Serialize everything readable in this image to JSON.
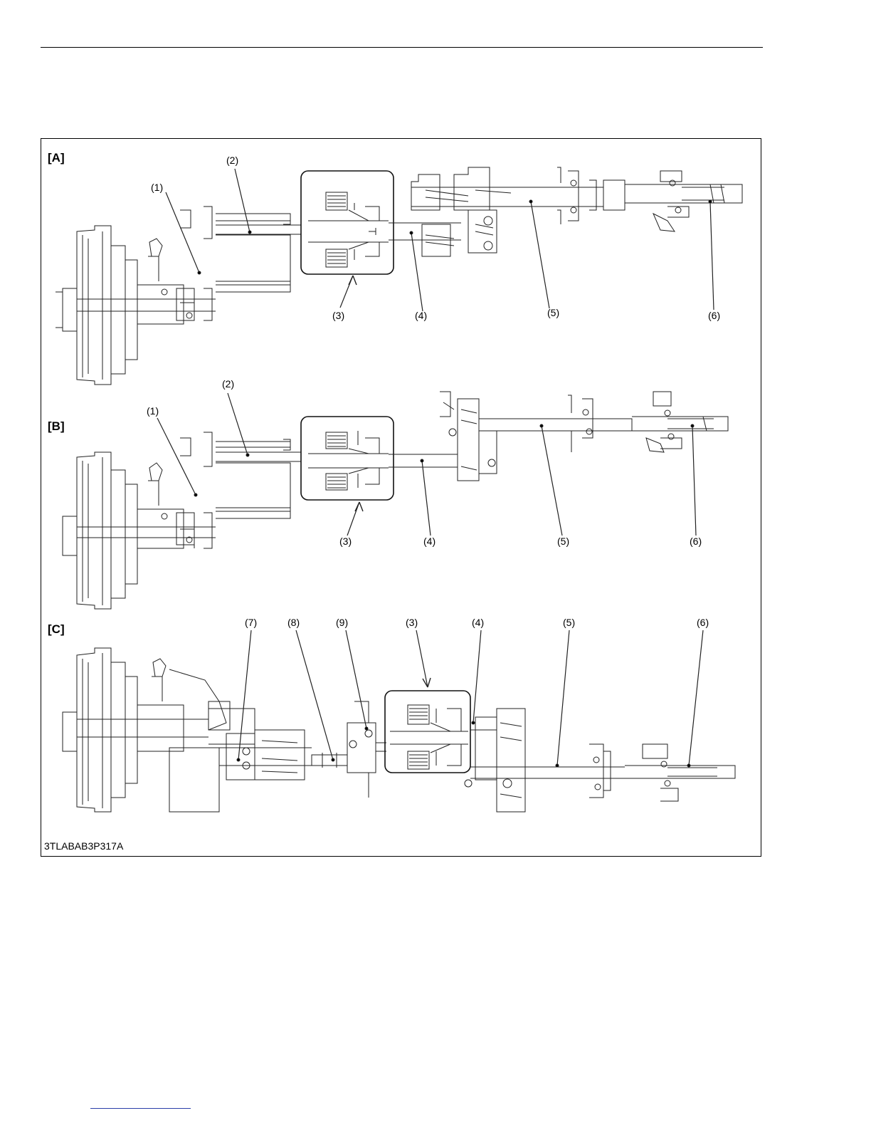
{
  "figure": {
    "code": "3TLABAB3P317A",
    "panels": [
      {
        "tag": "[A]",
        "callouts": [
          "(1)",
          "(2)",
          "(3)",
          "(4)",
          "(5)",
          "(6)"
        ]
      },
      {
        "tag": "[B]",
        "callouts": [
          "(1)",
          "(2)",
          "(3)",
          "(4)",
          "(5)",
          "(6)"
        ]
      },
      {
        "tag": "[C]",
        "callouts": [
          "(7)",
          "(8)",
          "(9)",
          "(3)",
          "(4)",
          "(5)",
          "(6)"
        ]
      }
    ]
  }
}
